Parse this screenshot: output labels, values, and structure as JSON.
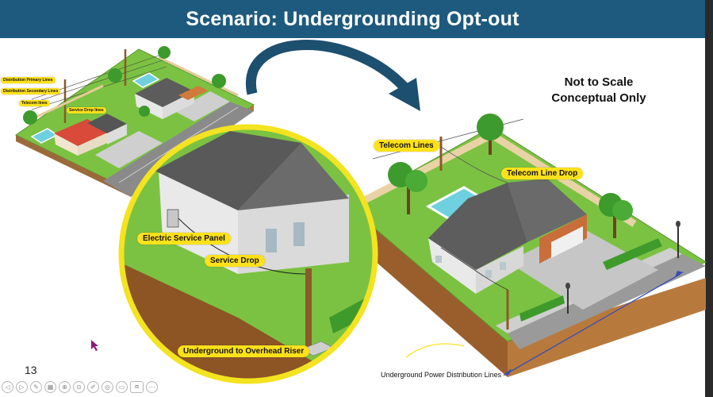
{
  "slide": {
    "title": "Scenario: Undergrounding Opt-out",
    "note_line1": "Not to Scale",
    "note_line2": "Conceptual Only",
    "number": "13"
  },
  "small_diagram_labels": {
    "distribution_primary": "Distribution Primary Lines",
    "distribution_secondary": "Distribution Secondary Lines",
    "telecom": "Telecom lines",
    "service_drop": "Service Drop lines"
  },
  "zoom_labels": {
    "electric_service_panel": "Electric Service Panel",
    "service_drop": "Service Drop",
    "riser": "Underground to Overhead Riser"
  },
  "large_diagram_labels": {
    "telecom_lines": "Telecom Lines",
    "telecom_line_drop": "Telecom Line Drop",
    "underground_power": "Underground Power Distribution Lines"
  },
  "toolbar": {
    "icons": [
      "prev-icon",
      "next-icon",
      "pen-icon",
      "slides-icon",
      "zoom-icon",
      "more-icon",
      "edit-icon",
      "pointer-icon",
      "subtitles-icon",
      "camera-icon",
      "menu-icon"
    ],
    "glyphs": [
      "◁",
      "▷",
      "✎",
      "▦",
      "⊕",
      "⊙",
      "✐",
      "◎",
      "▭",
      "⧈",
      "⋯"
    ]
  },
  "colors": {
    "title_bar": "#1d5a7e",
    "label_fill": "#ffe11a",
    "grass": "#7cc242",
    "arrow": "#1d4f6e"
  }
}
